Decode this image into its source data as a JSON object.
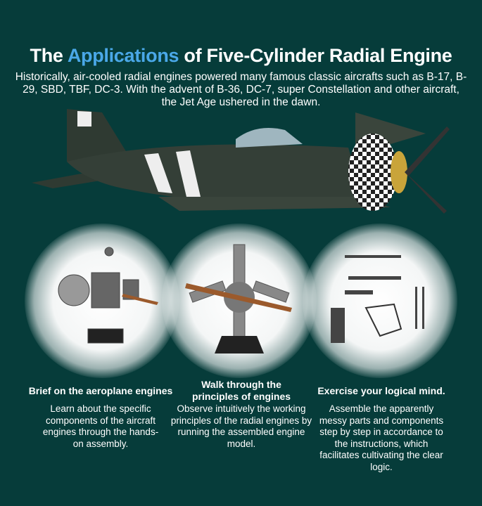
{
  "header": {
    "title_prefix": "The ",
    "title_highlight": "Applications",
    "title_suffix": " of Five-Cylinder Radial Engine",
    "intro": "Historically, air-cooled radial engines powered many famous classic aircrafts such as B-17, B-29, SBD, TBF, DC-3. With the advent of B-36, DC-7, super Constellation and other aircraft, the Jet Age ushered in the dawn."
  },
  "colors": {
    "background": "#063c3a",
    "accent": "#4aa8e8"
  },
  "features": [
    {
      "title": "Brief on the aeroplane engines",
      "text": "Learn about the specific components of the aircraft engines through the hands-on assembly."
    },
    {
      "title": "Walk through the principles of engines",
      "text": "Observe intuitively the working principles of the radial engines by running the assembled engine model."
    },
    {
      "title": "Exercise your logical mind.",
      "text": "Assemble the apparently messy parts and components step by step in accordance to the instructions, which facilitates cultivating the clear logic."
    }
  ]
}
